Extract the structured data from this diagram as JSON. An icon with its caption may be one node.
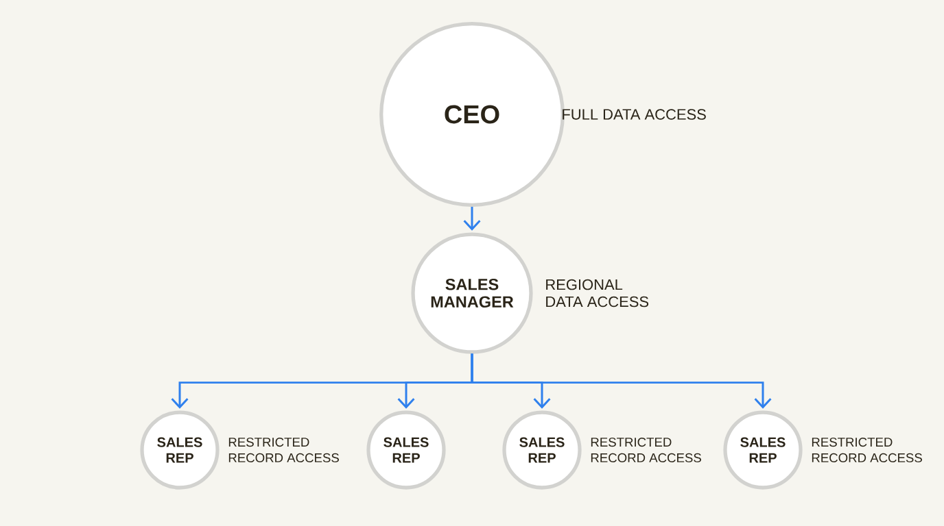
{
  "diagram": {
    "nodes": [
      {
        "text": [
          "CEO"
        ],
        "beside": [
          "FULL DATA ACCESS"
        ]
      },
      {
        "text": [
          "SALES MANAGER"
        ],
        "beside": [
          "REGIONAL DATA ACCESS"
        ]
      },
      {
        "text": [
          "SALES REP"
        ],
        "beside": [
          "RESTRICTED RECORD ACCESS"
        ]
      },
      {
        "text": [
          "SALES REP"
        ]
      },
      {
        "text": [
          "SALES REP"
        ],
        "beside": [
          "RESTRICTED RECORD ACCESS"
        ]
      },
      {
        "text": [
          "SALES REP"
        ],
        "beside": [
          "RESTRICTED RECORD ACCESS"
        ]
      }
    ],
    "edges": [
      {
        "from": 0,
        "to": 1,
        "arrow": "to"
      },
      {
        "from": 1,
        "to": 2,
        "arrow": "to"
      },
      {
        "from": 1,
        "to": 3,
        "arrow": "to"
      },
      {
        "from": 1,
        "to": 4,
        "arrow": "to"
      },
      {
        "from": 1,
        "to": 5,
        "arrow": "to"
      }
    ]
  }
}
